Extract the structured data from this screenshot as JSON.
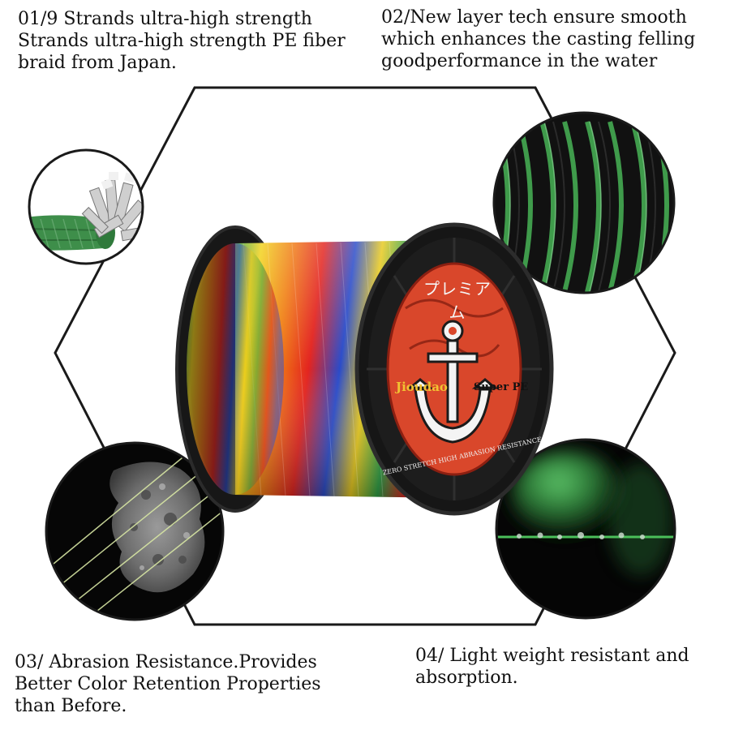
{
  "features": [
    {
      "lines": [
        "01/9 Strands ultra-high strength",
        "Strands ultra-high strength PE fiber",
        "braid from Japan."
      ]
    },
    {
      "lines": [
        "02/New layer tech ensure smooth",
        "which enhances the casting felling",
        "goodperformance in the water"
      ]
    },
    {
      "lines": [
        "03/ Abrasion Resistance.Provides",
        "Better Color Retention Properties",
        "than Before."
      ]
    },
    {
      "lines": [
        "04/ Light weight resistant and",
        "absorption."
      ]
    }
  ],
  "spool_label": {
    "japanese": "プレミアム",
    "brand": "Jioudao",
    "product": "Super PE",
    "arc_text": "ZERO STRETCH HIGH ABRASION RESISTANCE"
  },
  "colors": {
    "line_green": "#3f8f4a",
    "spool_black": "#141414",
    "label_red": "#d9472b"
  }
}
